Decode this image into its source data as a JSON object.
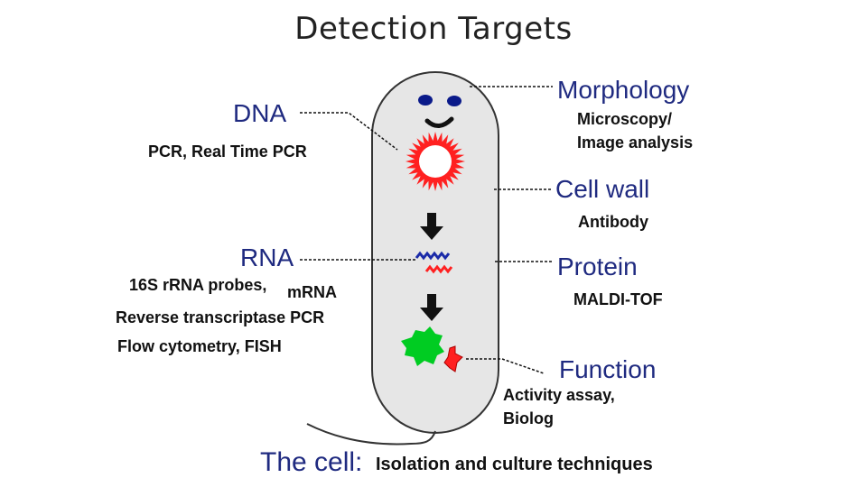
{
  "title": "Detection Targets",
  "left": {
    "dna": {
      "label": "DNA",
      "methods": "PCR, Real Time PCR"
    },
    "rna": {
      "label": "RNA",
      "methods_line1": "16S rRNA probes,",
      "methods_line1b": "mRNA",
      "methods_line2": "Reverse transcriptase PCR",
      "methods_line3": "Flow cytometry, FISH"
    }
  },
  "right": {
    "morphology": {
      "label": "Morphology",
      "method_line1": "Microscopy/",
      "method_line2": "Image analysis"
    },
    "cell_wall": {
      "label": "Cell wall",
      "method": "Antibody"
    },
    "protein": {
      "label": "Protein",
      "method": "MALDI-TOF"
    },
    "function": {
      "label": "Function",
      "method_line1": "Activity assay,",
      "method_line2": "Biolog"
    }
  },
  "bottom": {
    "label": "The cell:",
    "method": "Isolation and culture techniques"
  },
  "colors": {
    "label_blue": "#1f2a80",
    "cell_fill": "#e6e6e6",
    "red": "#ff2020",
    "green": "#00cc22",
    "blue": "#1a2aa8"
  }
}
